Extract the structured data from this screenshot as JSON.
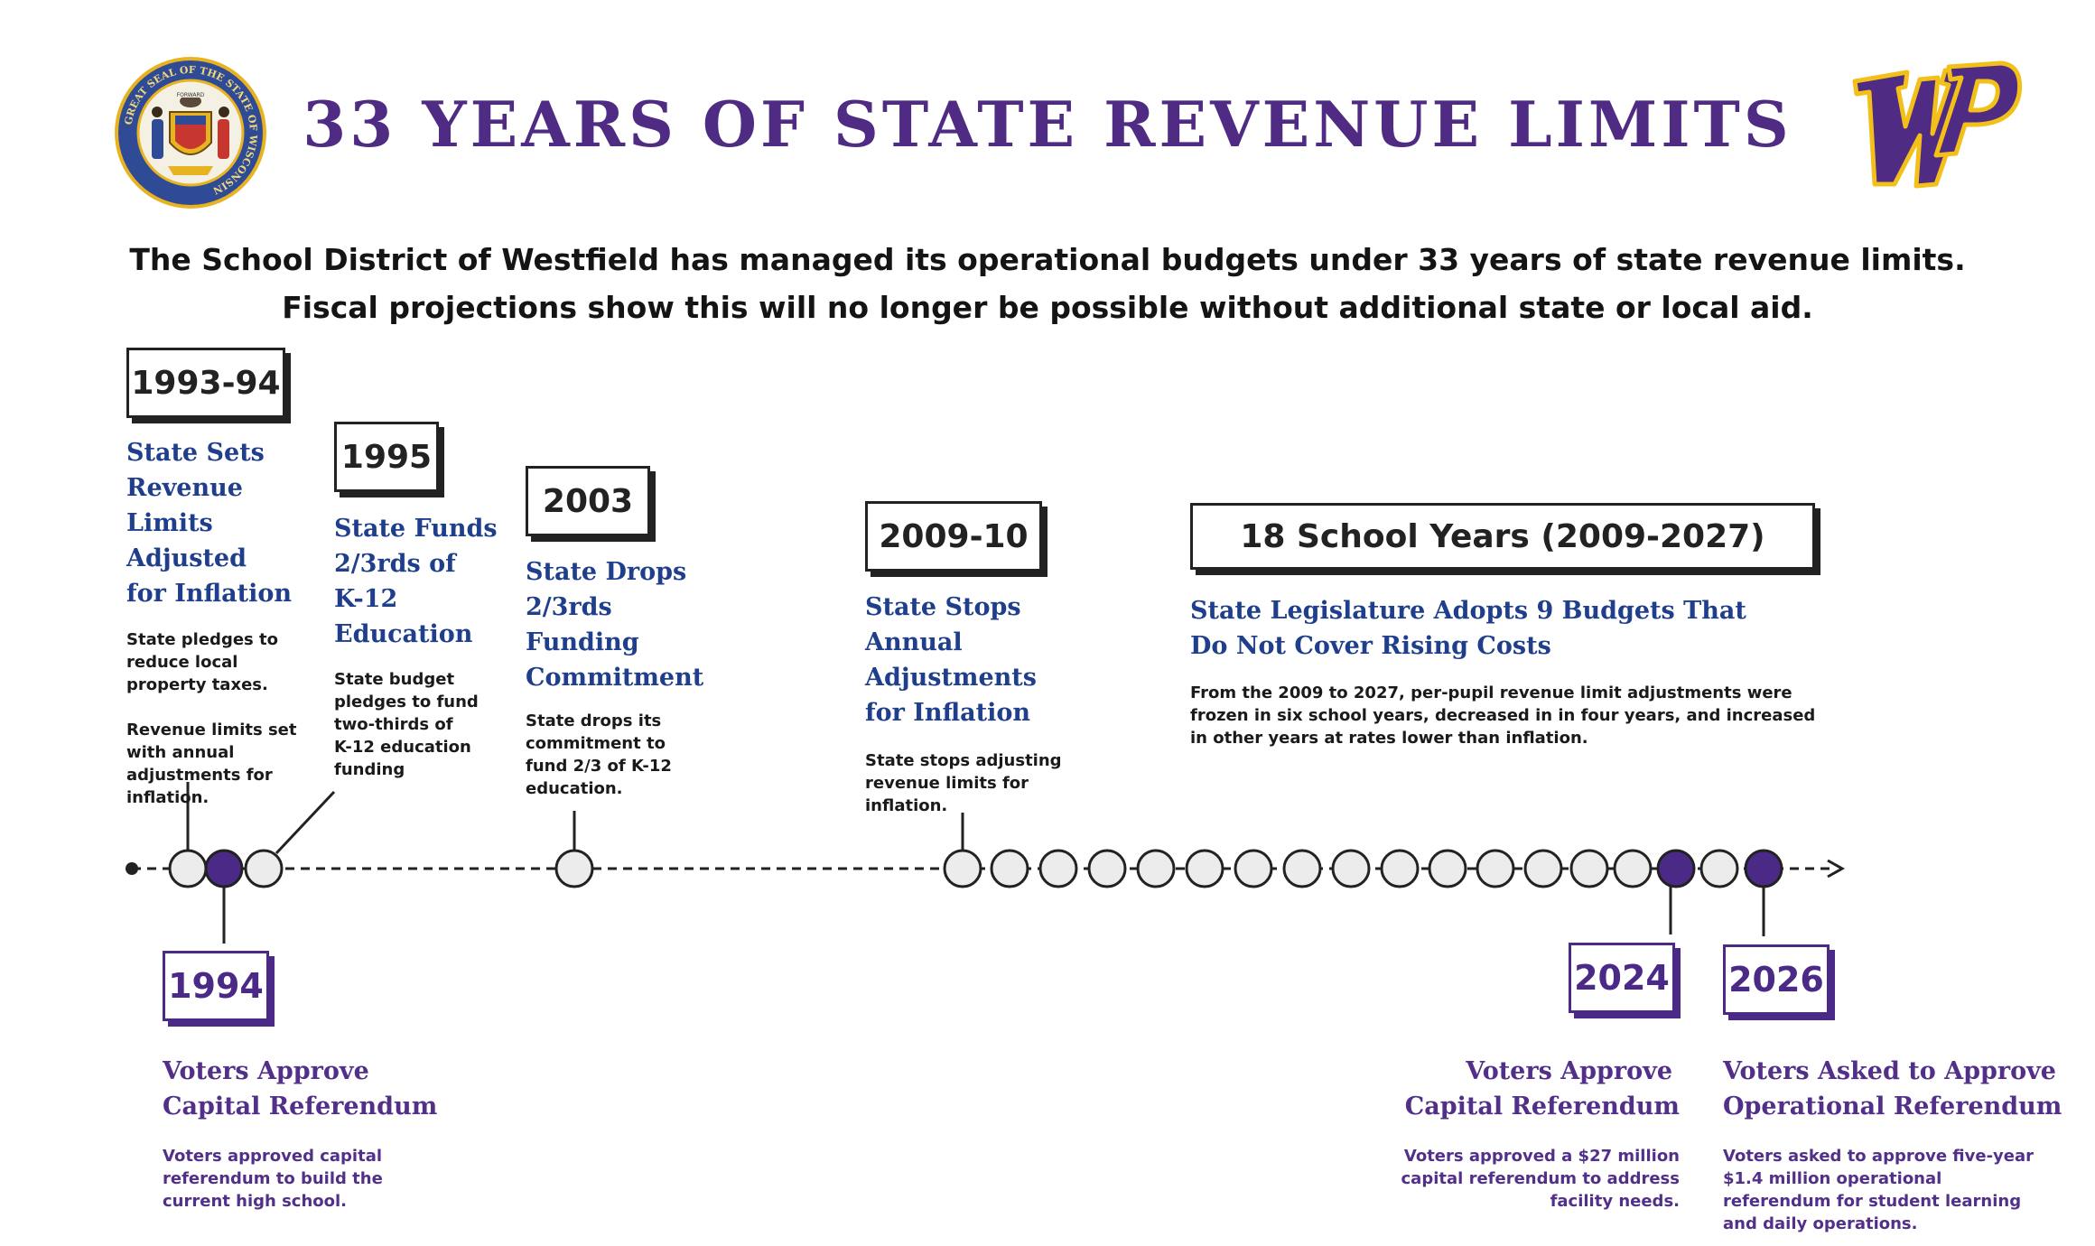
{
  "title": "33 YEARS OF STATE REVENUE LIMITS",
  "subtitle_line1": "The School District of Westfield has managed its operational budgets under 33 years of state revenue limits.",
  "subtitle_line2": "Fiscal projections show this will no longer be possible without additional state or local aid.",
  "seal": {
    "text": "GREAT SEAL OF THE STATE OF WISCONSIN",
    "motto": "FORWARD",
    "colors": {
      "ring": "#e7b321",
      "field": "#2f4b96"
    }
  },
  "logo": {
    "letters": "WP",
    "colors": {
      "fill": "#4f2b84",
      "outline": "#f2c019"
    }
  },
  "colors": {
    "blue_heading": "#1f3f8c",
    "purple": "#4f2b84",
    "node_fill": "#ececec",
    "node_filled": "#4a2a86"
  },
  "events_top": [
    {
      "year": "1993-94",
      "heading": [
        "State Sets",
        "Revenue",
        "Limits",
        "Adjusted",
        "for Inflation"
      ],
      "body": [
        "State pledges to",
        "reduce local",
        "property taxes.",
        "",
        "Revenue limits set",
        "with annual",
        "adjustments for",
        "inflation."
      ]
    },
    {
      "year": "1995",
      "heading": [
        "State Funds",
        "2/3rds of",
        "K-12",
        "Education"
      ],
      "body": [
        "State budget",
        "pledges to fund",
        "two-thirds of",
        "K-12 education",
        "funding"
      ]
    },
    {
      "year": "2003",
      "heading": [
        "State Drops",
        "2/3rds",
        "Funding",
        "Commitment"
      ],
      "body": [
        "State drops its",
        "commitment to",
        "fund 2/3 of K-12",
        "education."
      ]
    },
    {
      "year": "2009-10",
      "heading": [
        "State Stops",
        "Annual",
        "Adjustments",
        "for Inflation"
      ],
      "body": [
        "State stops adjusting",
        "revenue limits for",
        "inflation."
      ]
    },
    {
      "year": "18 School Years (2009-2027)",
      "heading": [
        "State Legislature Adopts 9 Budgets That",
        "Do Not Cover Rising Costs"
      ],
      "body": [
        "From the 2009 to 2027, per-pupil revenue limit adjustments were",
        "frozen in six school years, decreased in in four years, and increased",
        "in other years at rates lower than inflation."
      ]
    }
  ],
  "events_bottom": [
    {
      "year": "1994",
      "heading": [
        "Voters Approve",
        "Capital Referendum"
      ],
      "body": [
        "Voters approved capital",
        "referendum to build the",
        "current high school."
      ]
    },
    {
      "year": "2024",
      "heading": [
        "Voters Approve",
        "Capital Referendum"
      ],
      "body": [
        "Voters approved a $27 million",
        "capital referendum to address",
        "facility needs."
      ]
    },
    {
      "year": "2026",
      "heading": [
        "Voters Asked to Approve",
        "Operational Referendum"
      ],
      "body": [
        "Voters asked to approve five-year",
        "$1.4 million operational",
        "referendum for student learning",
        "and daily operations."
      ]
    }
  ]
}
